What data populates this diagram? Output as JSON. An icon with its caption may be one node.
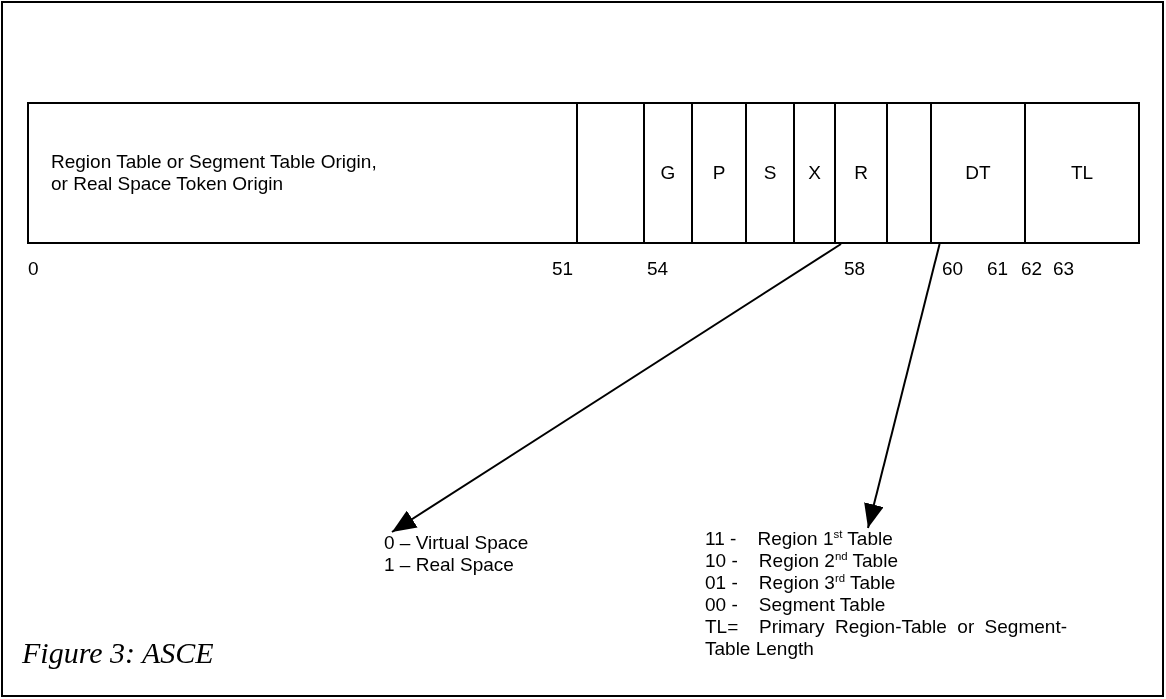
{
  "diagram": {
    "caption": "Figure 3: ASCE",
    "nodes": [
      {
        "text": [
          "Region Table or Segment Table Origin, or Real Space Token Origin"
        ]
      },
      {
        "text": [],
        "shape": "box"
      },
      {
        "text": [
          "G"
        ]
      },
      {
        "text": [
          "P"
        ]
      },
      {
        "text": [
          "S"
        ]
      },
      {
        "text": [
          "X"
        ]
      },
      {
        "text": [
          "R"
        ]
      },
      {
        "text": [],
        "shape": "box"
      },
      {
        "text": [
          "DT"
        ]
      },
      {
        "text": [
          "TL"
        ]
      },
      {
        "text": [
          "0 – Virtual Space",
          "1 – Real Space"
        ]
      },
      {
        "text": [
          "11 -    Region 1$^{st}$ Table",
          "10 -    Region 2$^{nd}$ Table",
          "01 -    Region 3$^{rd}$ Table",
          "00 -    Segment Table",
          "TL=  Primary Region-Table or Segment-Table Length"
        ]
      }
    ],
    "edges": [
      {
        "from": 6,
        "to": 10,
        "arrow": "to"
      },
      {
        "from": 8,
        "to": 11,
        "arrow": "to"
      }
    ],
    "labels": [
      "0",
      "51",
      "54",
      "58",
      "60",
      "61",
      "62",
      "63"
    ]
  }
}
